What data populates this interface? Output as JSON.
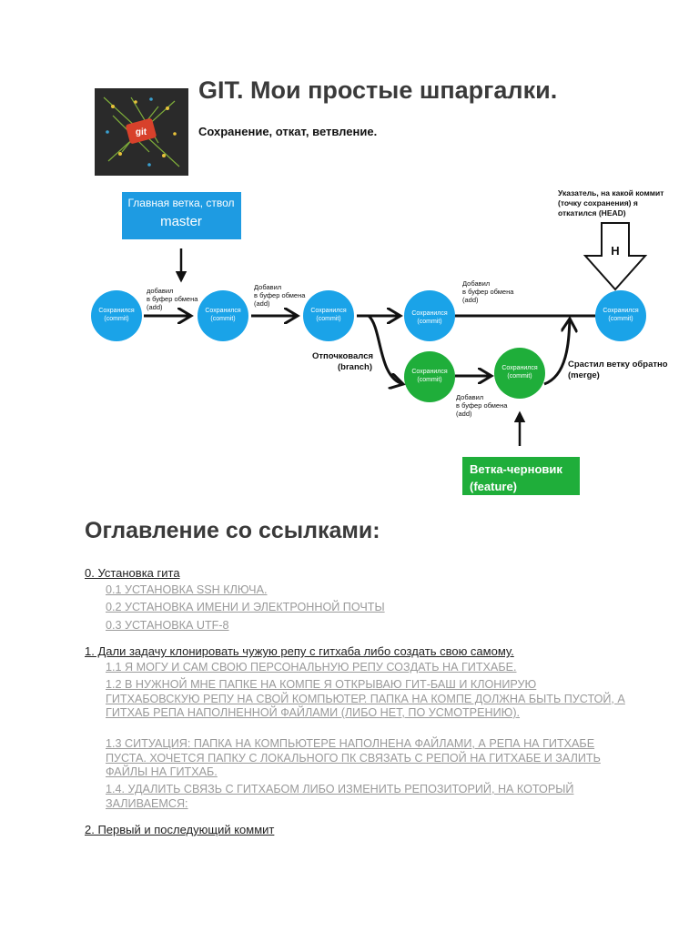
{
  "header": {
    "title": "GIT. Мои простые шпаргалки.",
    "subtitle": "Сохранение, откат, ветвление.",
    "logo_text": "git"
  },
  "diagram": {
    "master_label_line1": "Главная ветка, ствол",
    "master_label_line2": "master",
    "head_note": [
      "Указатель, на какой коммит",
      "(точку сохранения) я",
      "откатился (HEAD)"
    ],
    "head_letter": "H",
    "commit_label": [
      "Сохранился",
      "(commit)"
    ],
    "add_label": [
      "добавил",
      "в буфер обмена",
      "(add)"
    ],
    "add_label_cap": [
      "Добавил",
      "в буфер обмена",
      "(add)"
    ],
    "branch_label": [
      "Отпочковался",
      "(branch)"
    ],
    "merge_label": [
      "Срастил ветку обратно",
      "(merge)"
    ],
    "feature_label_line1": "Ветка-черновик",
    "feature_label_line2": "(feature)",
    "colors": {
      "blue_commit": "#1aa3e8",
      "green_commit": "#1fae3a",
      "master_box": "#1e9be2",
      "feature_box": "#1fae3a"
    }
  },
  "toc": {
    "heading": "Оглавление со ссылками:",
    "section0": "0. Установка гита",
    "item0_1": "0.1 Установка SSH ключа.",
    "item0_2": "0.2 Установка имени и электронной почты",
    "item0_3": "0.3 Установка UTF-8",
    "section1": "1. Дали задачу клонировать чужую репу с гитхаба либо создать свою самому.",
    "item1_1": "1.1 Я могу и сам свою персональную репу создать на гитхабе.",
    "item1_2": "1.2 В нужной мне папке на компе я открываю гит-баш и клонирую гитхабовскую репу на свой компьютер. Папка на компе должна быть пустой, а гитхаб репа наполненной файлами (либо нет, по усмотрению).",
    "item1_3": "1.3 Ситуация: папка на компьютере наполнена файлами, а репа на гитхабе пуста. Хочется папку с локального пк связать с репой на гитхабе и залить файлы на гитхаб.",
    "item1_4": "1.4. Удалить связь с гитхабом либо изменить репозиторий, на который заливаемся:",
    "section2": "2. Первый и последующий коммит"
  }
}
